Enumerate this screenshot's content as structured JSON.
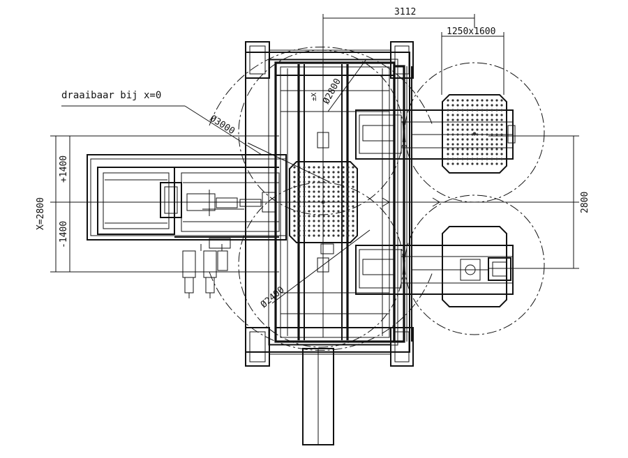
{
  "labels": {
    "top_dimension": "3112",
    "table_size": "1250x1600",
    "rotation_note": "draaibaar bij x=0",
    "diameter_large": "Ø3000",
    "diameter_center": "Ø2800",
    "diameter_lower": "Ø2400",
    "x_total": "X=2800",
    "x_plus": "+1400",
    "x_minus": "-1400",
    "right_dimension": "2800",
    "axis_marker": "±X"
  },
  "colors": {
    "ink": "#111111",
    "paper": "#ffffff"
  }
}
